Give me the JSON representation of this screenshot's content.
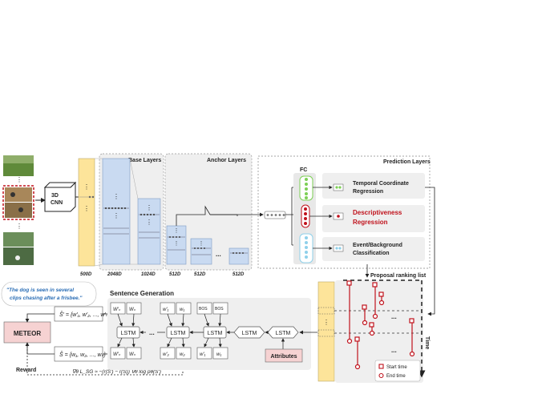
{
  "cnn_label": [
    "3D",
    "CNN"
  ],
  "dims": {
    "d500": "500D",
    "d2048": "2048D",
    "d1024": "1024D",
    "d512a": "512D",
    "d512b": "512D",
    "d512c": "512D"
  },
  "base_layers": "Base Layers",
  "anchor_layers": "Anchor Layers",
  "prediction_layers": "Prediction Layers",
  "fc": "FC",
  "outputs": {
    "temporal": [
      "Temporal Coordinate",
      "Regression"
    ],
    "descriptiveness": [
      "Descriptiveness",
      "Regression"
    ],
    "event": [
      "Event/Background",
      "Classification"
    ]
  },
  "proposal_ranking": "Proposal ranking list",
  "time": "Time",
  "legend": {
    "start": "Start time",
    "end": "End time"
  },
  "quote": [
    "\"The dog is seen in several",
    "clips chasing after a frisbee.\""
  ],
  "meteor": "METEOR",
  "sentence_generation": "Sentence Generation",
  "lstm": "LSTM",
  "attributes": "Attributes",
  "bos": "BOS",
  "reward": "Reward",
  "ellipsis": "...",
  "colors": {
    "yellow": "#fde49a",
    "blue": "#c9daf1",
    "grey_panel": "#efefef",
    "pink": "#f6d2d2",
    "red": "#c0121c",
    "green": "#7ccf55",
    "light_blue": "#8fd0ea"
  }
}
